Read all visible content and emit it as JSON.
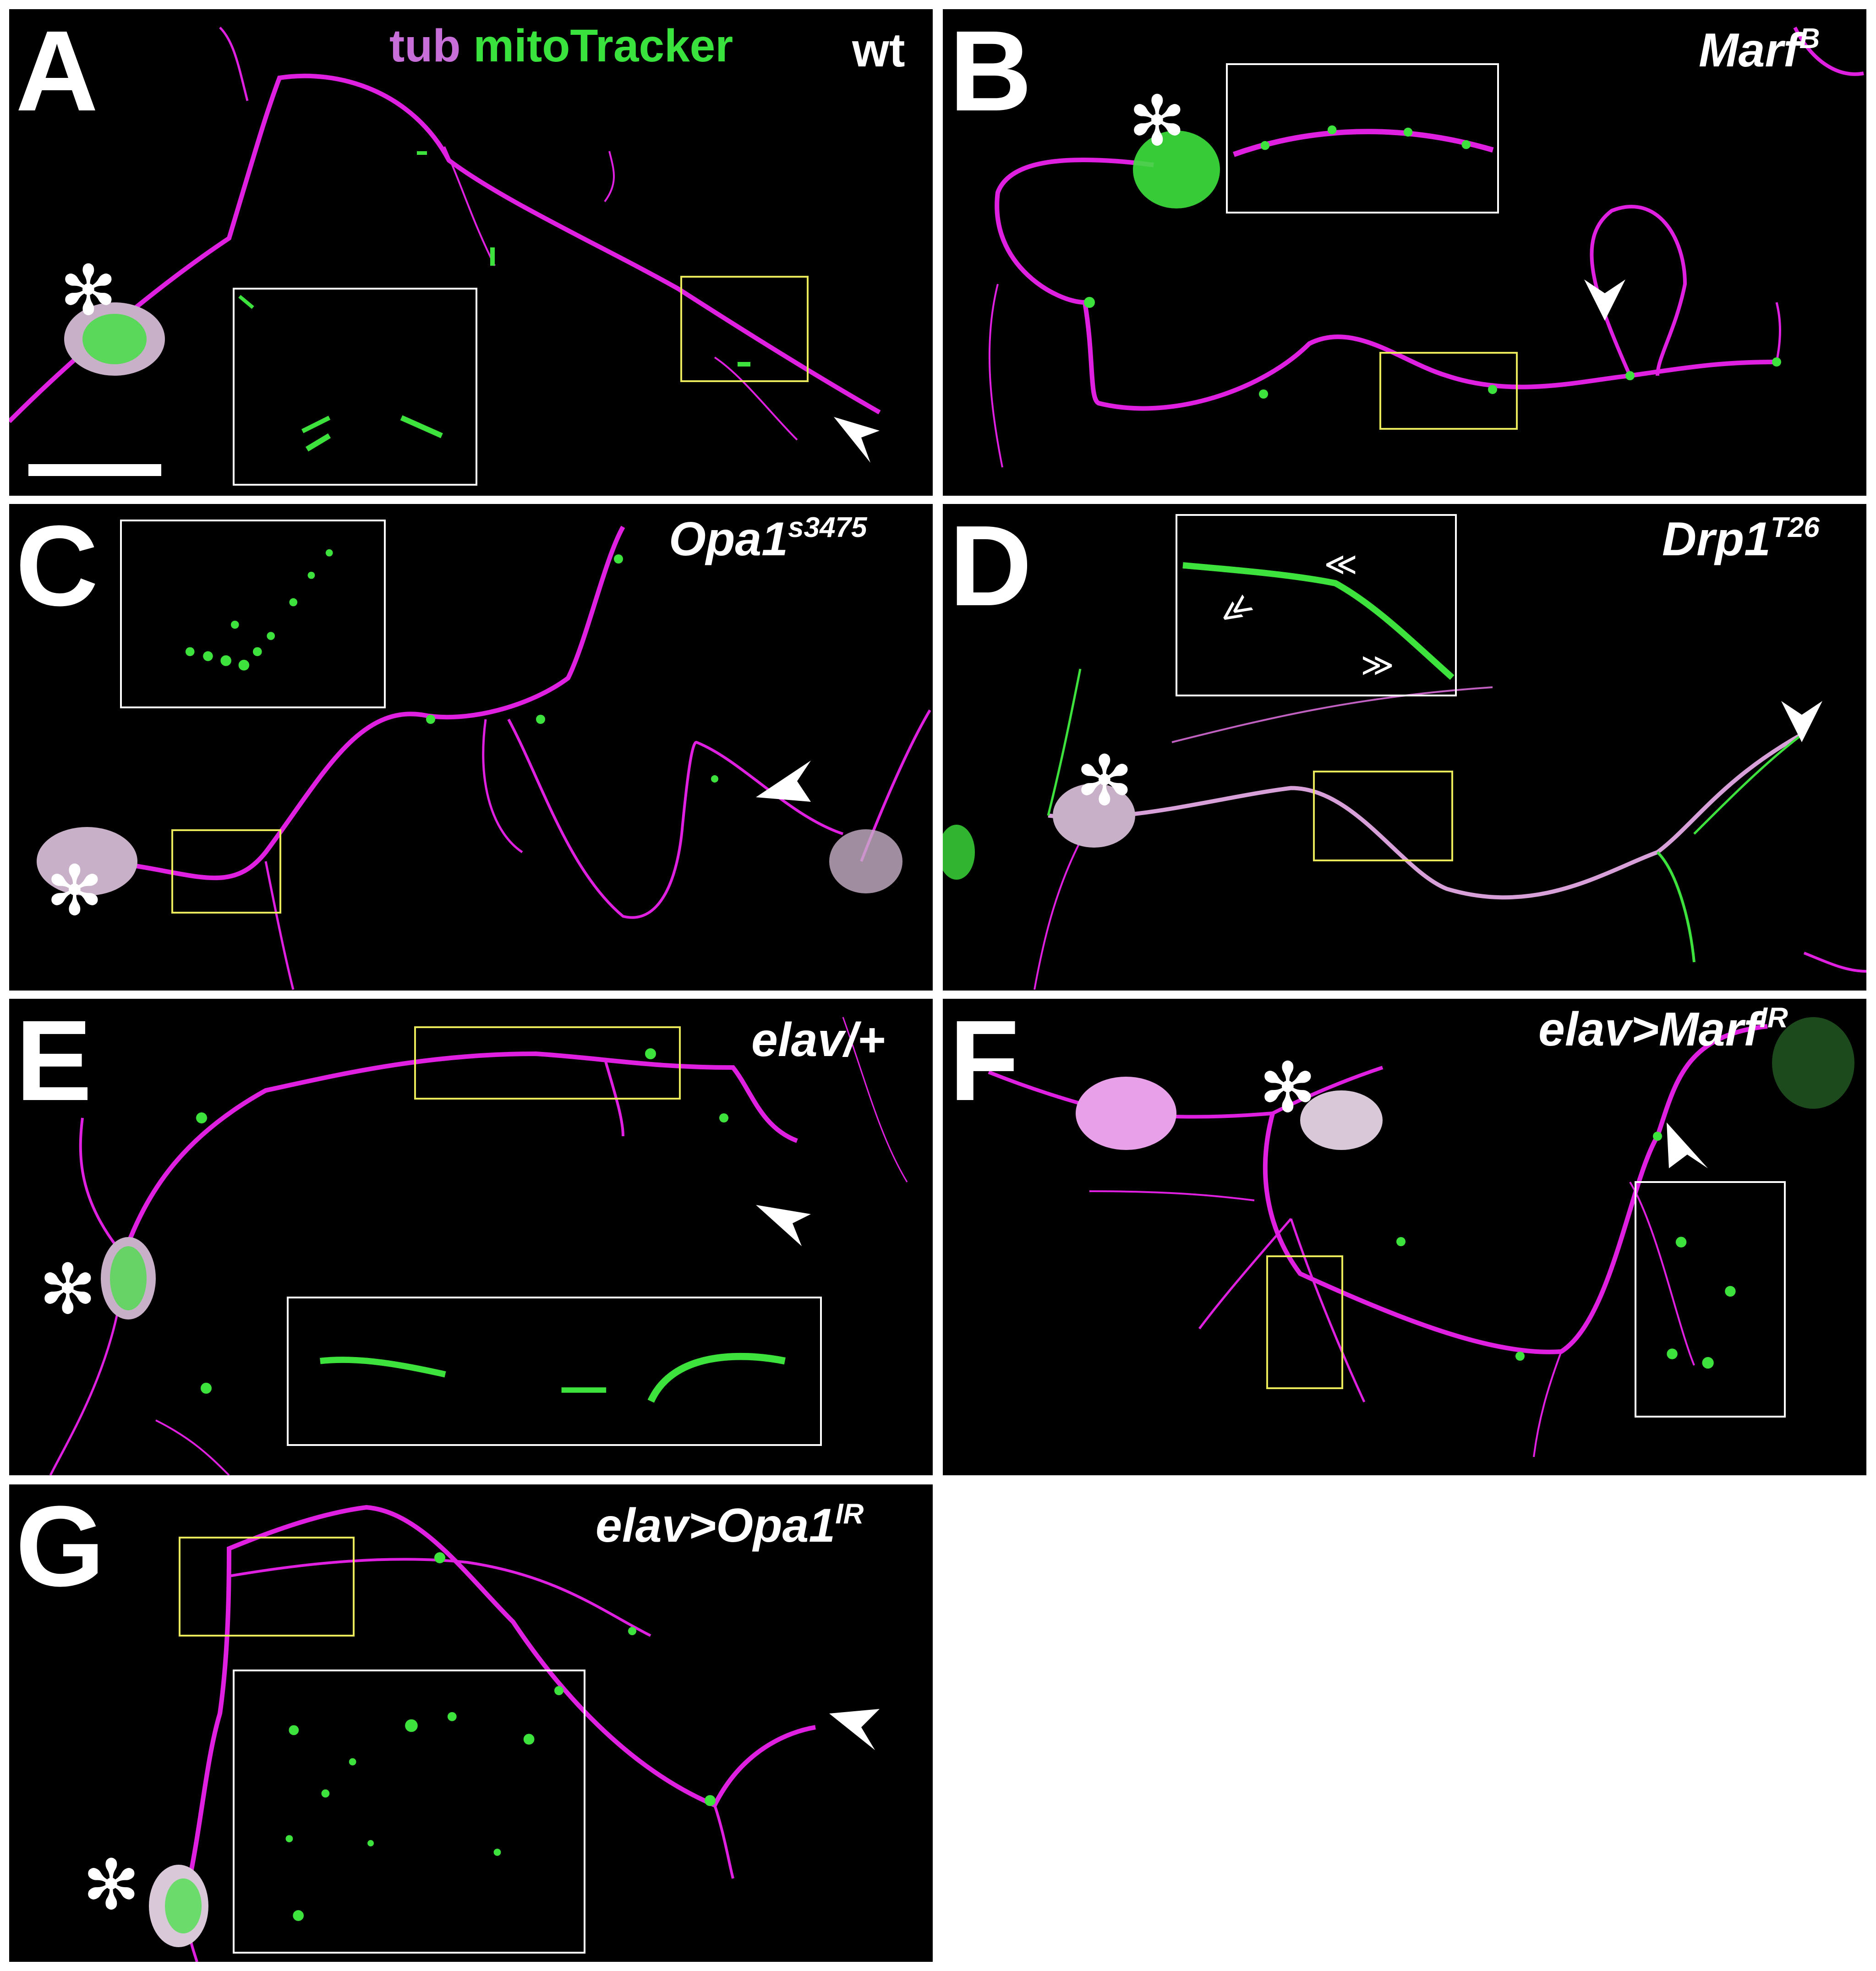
{
  "legend": {
    "tub": "tub",
    "mito": "mitoTracker",
    "tub_color": "#c86ed8",
    "mito_color": "#39e23c"
  },
  "colors": {
    "axon": "#e020e0",
    "mito": "#3de23d",
    "background": "#000000",
    "zoom_box": "#ffffff",
    "roi_box": "#e8e85a"
  },
  "panels": {
    "A": {
      "letter": "A",
      "genotype": "wt"
    },
    "B": {
      "letter": "B",
      "genotype": "Marf",
      "sup": "B"
    },
    "C": {
      "letter": "C",
      "genotype": "Opa1",
      "sup": "s3475"
    },
    "D": {
      "letter": "D",
      "genotype": "Drp1",
      "sup": "T26"
    },
    "E": {
      "letter": "E",
      "genotype": "elav/+"
    },
    "F": {
      "letter": "F",
      "genotype": "elav>Marf",
      "sup": "IR"
    },
    "G": {
      "letter": "G",
      "genotype": "elav>Opa1",
      "sup": "IR"
    }
  },
  "icons": {
    "cell_body": "asterisk-icon",
    "axon_tip": "arrowhead-icon",
    "mito_direction": "double-chevron-icon"
  }
}
